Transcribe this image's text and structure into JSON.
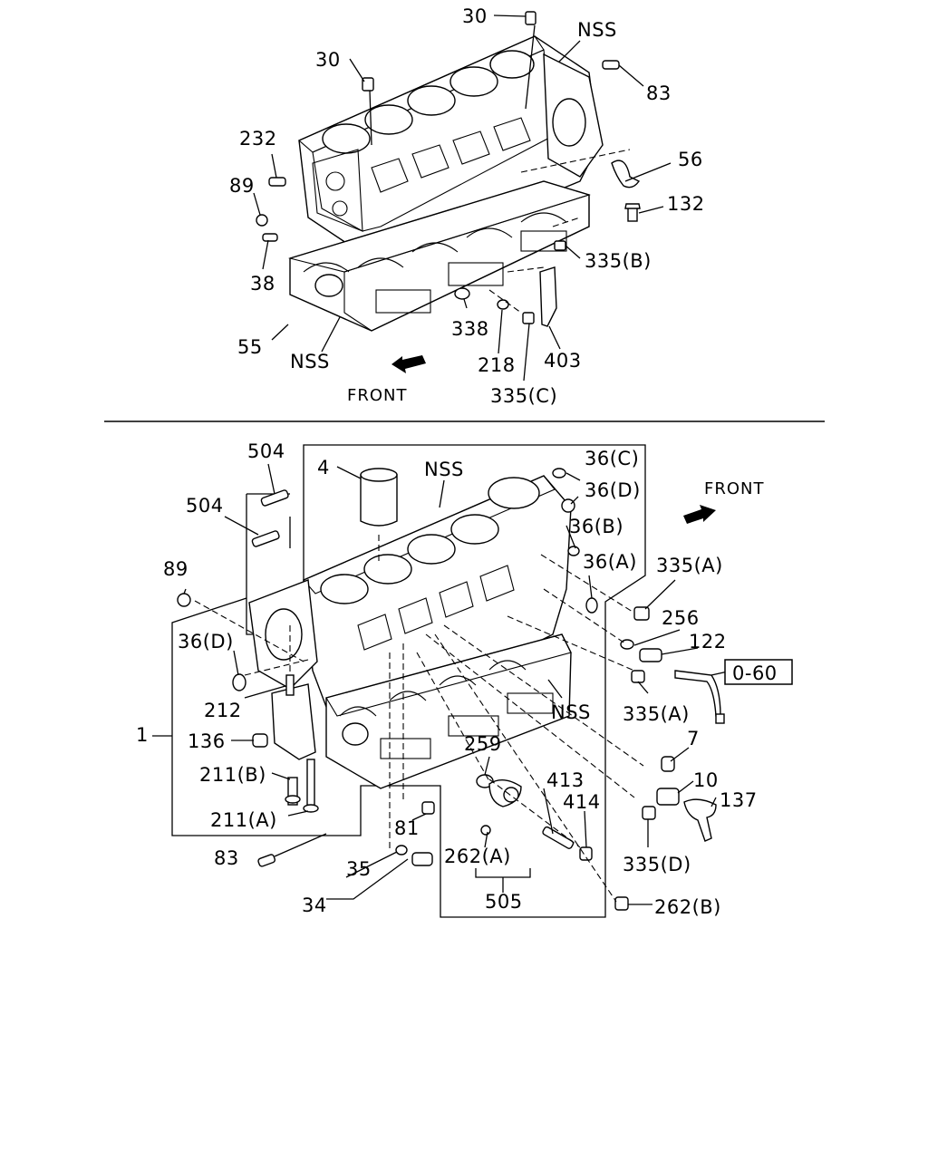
{
  "top": {
    "labels": {
      "l30a": "30",
      "l30b": "30",
      "nss1": "NSS",
      "l83": "83",
      "l232": "232",
      "l56": "56",
      "l89": "89",
      "l132": "132",
      "l38": "38",
      "l335b": "335(B)",
      "l338": "338",
      "l55": "55",
      "nss2": "NSS",
      "l218": "218",
      "l403": "403",
      "l335c": "335(C)"
    },
    "front_label": "FRONT"
  },
  "bottom": {
    "labels": {
      "l504a": "504",
      "l504b": "504",
      "l4": "4",
      "nss3": "NSS",
      "l36c": "36(C)",
      "l36d": "36(D)",
      "l36b": "36(B)",
      "l36a": "36(A)",
      "l89": "89",
      "l335a1": "335(A)",
      "l256": "256",
      "l36d2": "36(D)",
      "l122": "122",
      "l212": "212",
      "l335a2": "335(A)",
      "nss4": "NSS",
      "l1": "1",
      "l136": "136",
      "l259": "259",
      "l7": "7",
      "l211b": "211(B)",
      "l413": "413",
      "l10": "10",
      "l414": "414",
      "l137": "137",
      "l211a": "211(A)",
      "l81": "81",
      "l335d": "335(D)",
      "l83": "83",
      "l262a": "262(A)",
      "l35": "35",
      "l505": "505",
      "l34": "34",
      "l262b": "262(B)"
    },
    "ref_box": "0-60",
    "front_label": "FRONT"
  }
}
